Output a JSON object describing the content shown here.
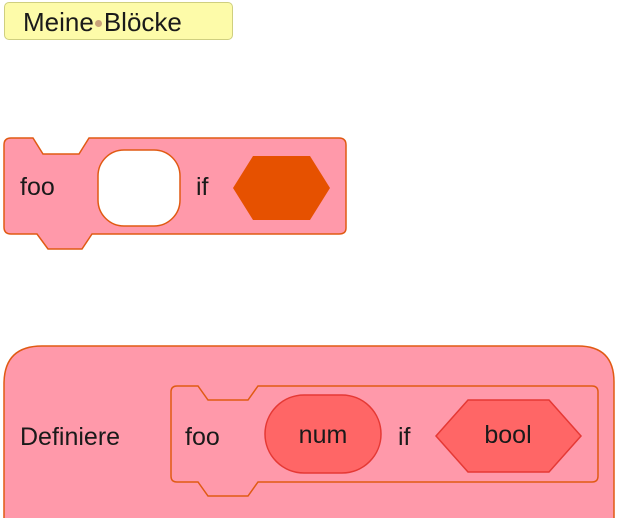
{
  "toolbox": {
    "category_label": "Meine Blöcke"
  },
  "caller_block": {
    "name": "foo",
    "keyword": "if"
  },
  "definition_block": {
    "keyword": "Definiere",
    "prototype_name": "foo",
    "param_number": "num",
    "keyword_if": "if",
    "param_boolean": "bool"
  },
  "colors": {
    "category_bg": "#fdfba9",
    "block_fill": "#ff99aa",
    "block_border": "#e05a13",
    "boolean_slot": "#e65100",
    "param_fill": "#ff6666",
    "param_border": "#e53935"
  }
}
